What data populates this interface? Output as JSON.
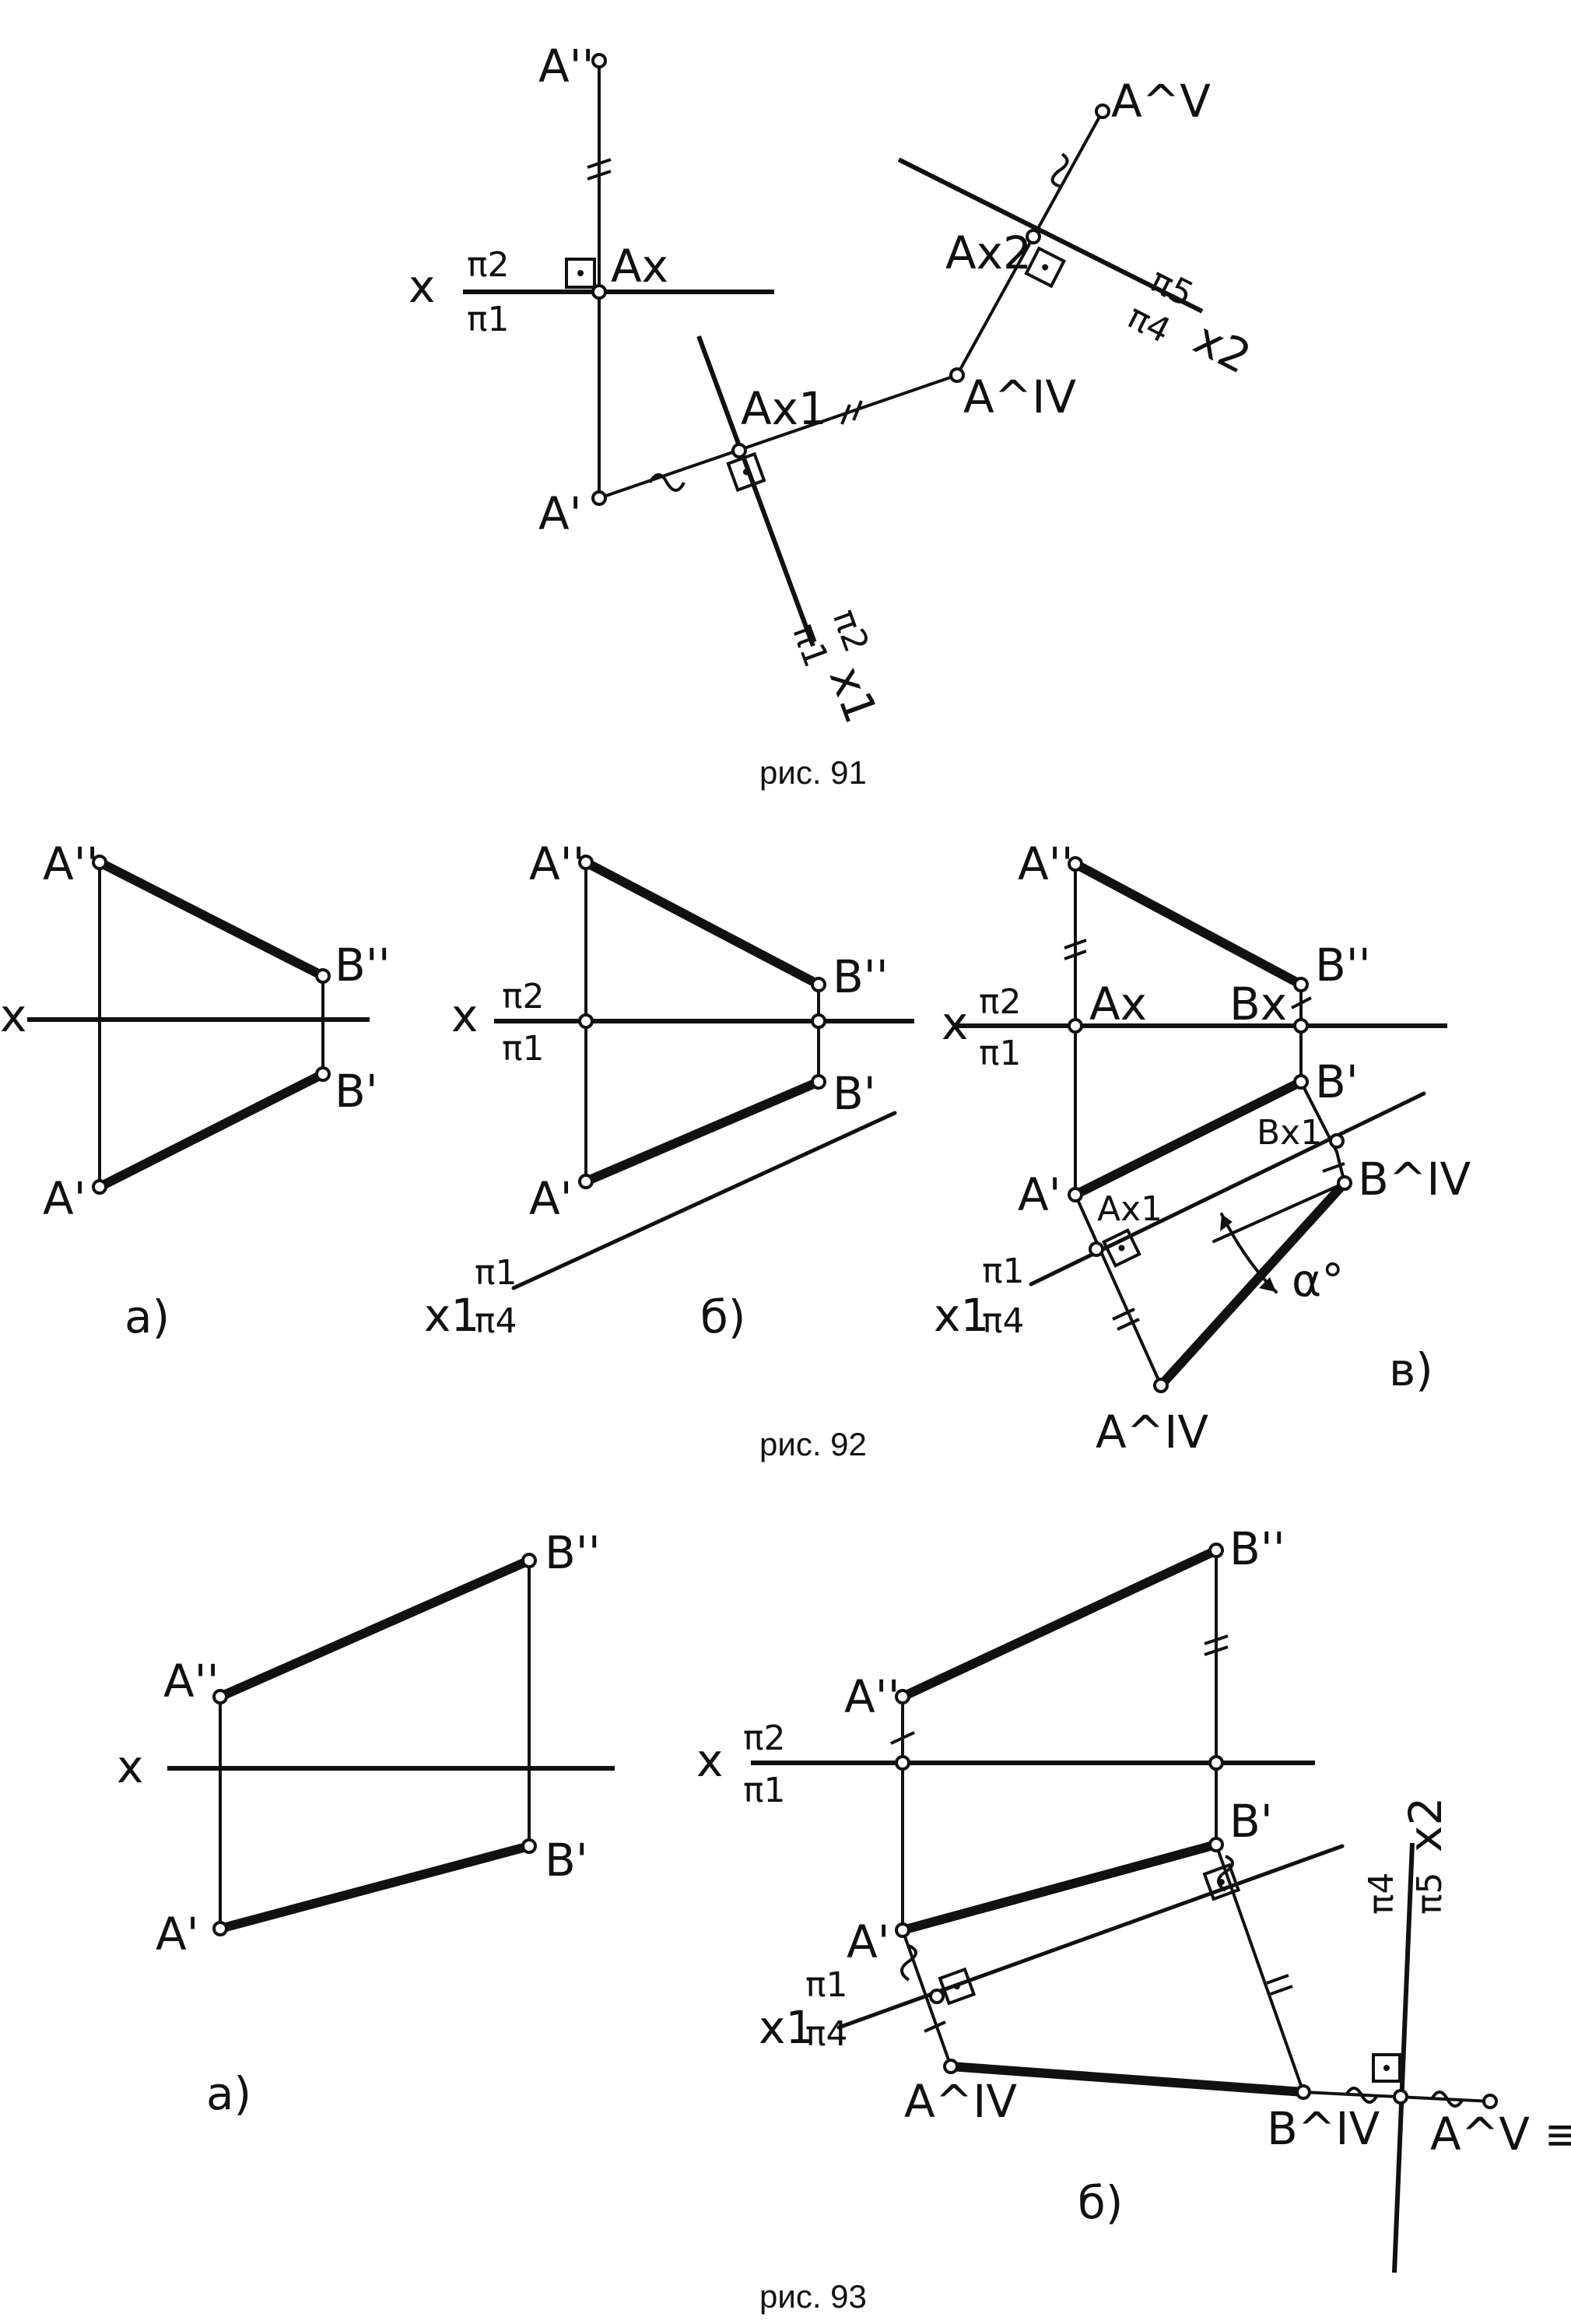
{
  "fig91": {
    "caption": "рис. 91",
    "labels": {
      "A2": "A''",
      "A1": "A'",
      "A4": "A^IV",
      "A5": "A^V",
      "Ax": "Ax",
      "Ax1": "Ax1",
      "Ax2": "Ax2",
      "x": "x",
      "p2": "π2",
      "p1": "π1",
      "x1_num": "π2",
      "x1_den": "π1",
      "x1": "x1",
      "x2_num": "π5",
      "x2_den": "π4",
      "x2": "x2"
    }
  },
  "fig92": {
    "caption": "рис. 92",
    "a": {
      "sub": "a)",
      "A2": "A''",
      "B2": "B''",
      "A1": "A'",
      "B1": "B'",
      "x": "x"
    },
    "b": {
      "sub": "б)",
      "A2": "A''",
      "B2": "B''",
      "A1": "A'",
      "B1": "B'",
      "x": "x",
      "p2": "π2",
      "p1": "π1",
      "x1": "x1",
      "x1_num": "π1",
      "x1_den": "π4"
    },
    "c": {
      "sub": "в)",
      "A2": "A''",
      "B2": "B''",
      "A1": "A'",
      "B1": "B'",
      "A4": "A^IV",
      "B4": "B^IV",
      "x": "x",
      "p2": "π2",
      "p1": "π1",
      "Ax": "Ax",
      "Bx": "Bx",
      "Ax1": "Ax1",
      "Bx1": "Bx1",
      "x1": "x1",
      "x1_num": "π1",
      "x1_den": "π4",
      "alpha": "α°"
    }
  },
  "fig93": {
    "caption": "рис. 93",
    "a": {
      "sub": "a)",
      "A2": "A''",
      "B2": "B''",
      "A1": "A'",
      "B1": "B'",
      "x": "x"
    },
    "b": {
      "sub": "б)",
      "A2": "A''",
      "B2": "B''",
      "A1": "A'",
      "B1": "B'",
      "A4": "A^IV",
      "B4": "B^IV",
      "A5B5": "A^V ≡ B^V",
      "x": "x",
      "p2": "π2",
      "p1": "π1",
      "x1": "x1",
      "x1_num": "π1",
      "x1_den": "π4",
      "x2": "x2",
      "x2_num": "π4",
      "x2_den": "π5"
    }
  }
}
